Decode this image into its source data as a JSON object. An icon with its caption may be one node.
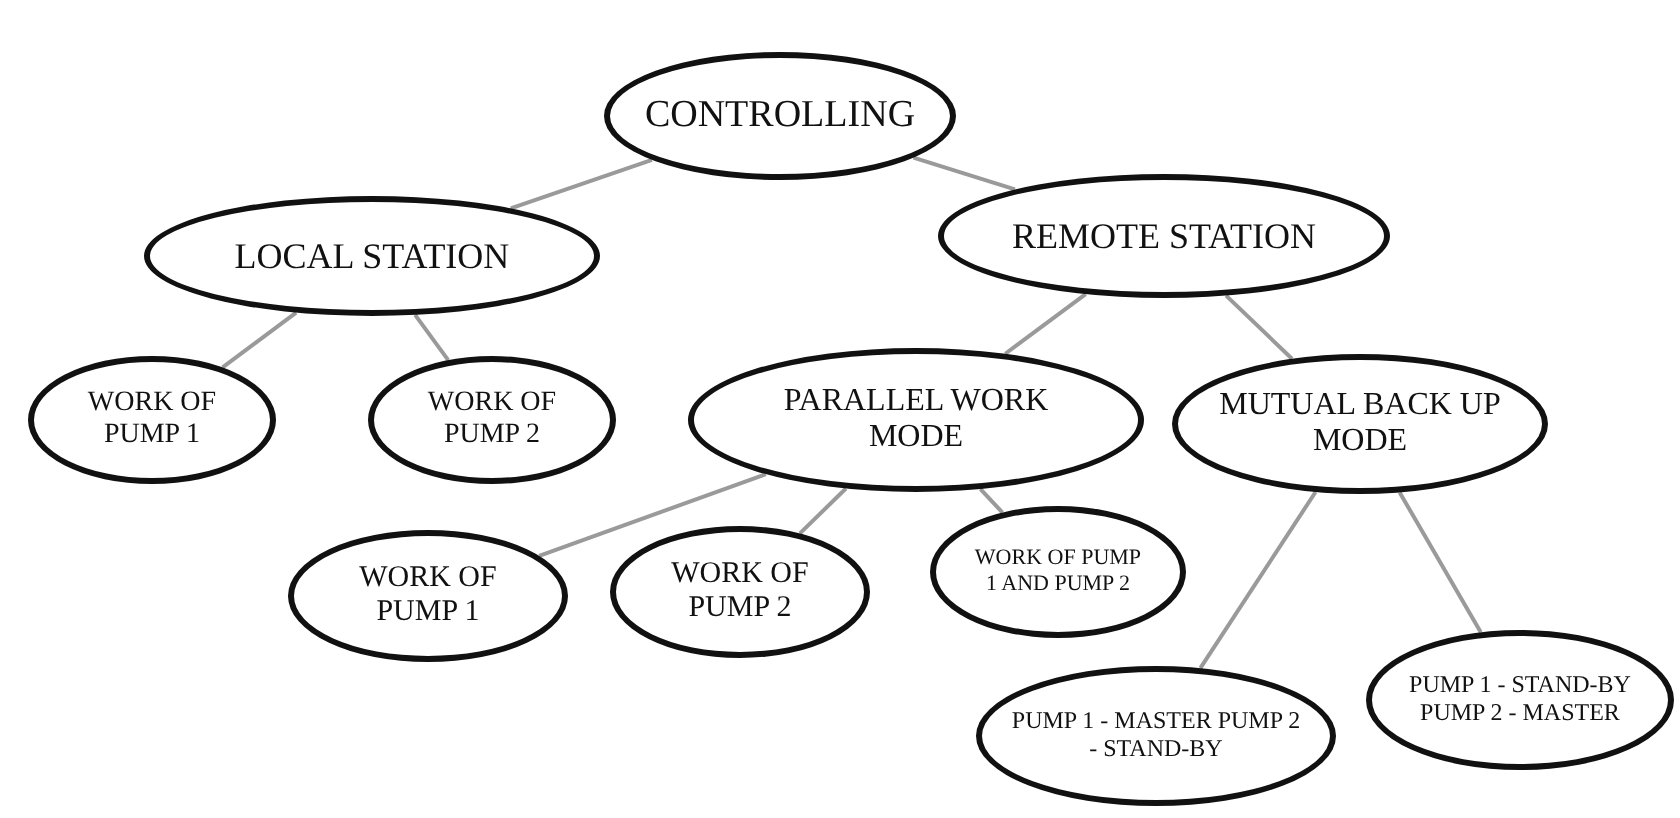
{
  "diagram": {
    "nodes": [
      {
        "text": [
          "CONTROLLING"
        ]
      },
      {
        "text": [
          "LOCAL STATION"
        ]
      },
      {
        "text": [
          "REMOTE STATION"
        ]
      },
      {
        "text": [
          "WORK OF PUMP 1"
        ]
      },
      {
        "text": [
          "WORK OF PUMP 2"
        ]
      },
      {
        "text": [
          "PARALLEL WORK MODE"
        ]
      },
      {
        "text": [
          "MUTUAL BACK UP MODE"
        ]
      },
      {
        "text": [
          "WORK OF PUMP 1"
        ]
      },
      {
        "text": [
          "WORK OF PUMP 2"
        ]
      },
      {
        "text": [
          "WORK OF PUMP 1 AND PUMP 2"
        ]
      },
      {
        "text": [
          "PUMP 1 - MASTER PUMP 2 - STAND-BY"
        ]
      },
      {
        "text": [
          "PUMP 1 - STAND-BY PUMP 2 - MASTER"
        ]
      }
    ],
    "edges": [
      {
        "from": 0,
        "to": 1,
        "arrow": "none"
      },
      {
        "from": 0,
        "to": 2,
        "arrow": "none"
      },
      {
        "from": 1,
        "to": 3,
        "arrow": "none"
      },
      {
        "from": 1,
        "to": 4,
        "arrow": "none"
      },
      {
        "from": 2,
        "to": 5,
        "arrow": "none"
      },
      {
        "from": 2,
        "to": 6,
        "arrow": "none"
      },
      {
        "from": 5,
        "to": 7,
        "arrow": "none"
      },
      {
        "from": 5,
        "to": 8,
        "arrow": "none"
      },
      {
        "from": 5,
        "to": 9,
        "arrow": "none"
      },
      {
        "from": 6,
        "to": 10,
        "arrow": "none"
      },
      {
        "from": 6,
        "to": 11,
        "arrow": "none"
      }
    ]
  }
}
